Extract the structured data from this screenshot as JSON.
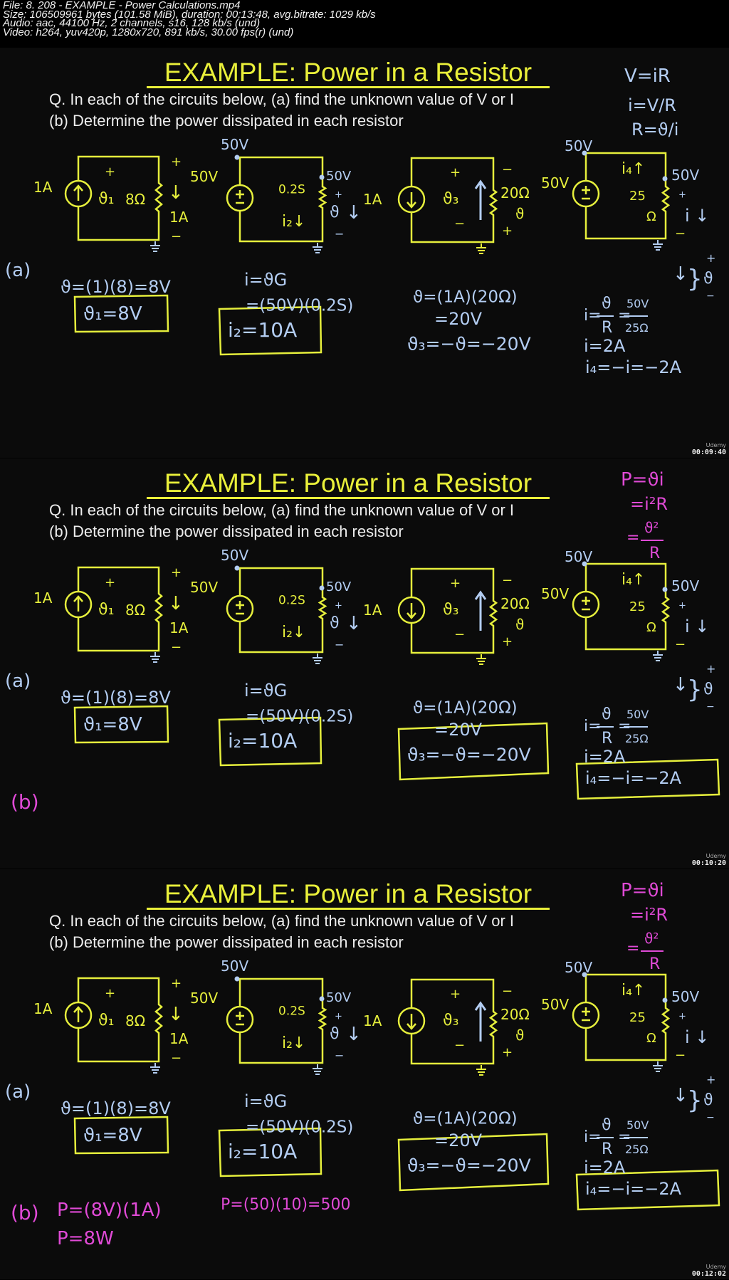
{
  "header": {
    "lines": [
      "File: 8. 208 - EXAMPLE - Power Calculations.mp4",
      "Size: 106509961 bytes (101.58 MiB), duration: 00:13:48, avg.bitrate: 1029 kb/s",
      "Audio: aac, 44100 Hz, 2 channels, s16, 128 kb/s (und)",
      "Video: h264, yuv420p, 1280x720, 891 kb/s, 30.00 fps(r) (und)"
    ]
  },
  "slide": {
    "title": "EXAMPLE: Power in a Resistor",
    "question_line1": "Q. In each of the circuits below, (a) find the unknown value of V or I",
    "question_line2": "(b) Determine the power dissipated in each resistor"
  },
  "circuit_labels": [
    "1A",
    "+",
    "ϑ₁",
    "8Ω",
    "+",
    "↓",
    "1A",
    "−",
    "50V",
    "50V",
    "0.2S",
    "50V",
    "+",
    "ϑ",
    "↓",
    "i₂↓",
    "−",
    "1A",
    "+",
    "ϑ₃",
    "−",
    "−",
    "20Ω",
    "ϑ",
    "+",
    "50V",
    "50V",
    "i₄↑",
    "50V",
    "+",
    "25",
    "Ω",
    "i ↓",
    "−"
  ],
  "work_a": {
    "label": "(a)",
    "eq1": "ϑ=(1)(8)=8V",
    "ans1": "ϑ₁=8V",
    "eq2a": "i=ϑG",
    "eq2b": "=(50V)(0.2S)",
    "ans2": "i₂=10A",
    "eq3a": "ϑ=(1A)(20Ω)",
    "eq3b": "=20V",
    "ans3": "ϑ₃=−ϑ=−20V",
    "eq4_lhs": "i=",
    "eq4_num1": "ϑ",
    "eq4_den1": "R",
    "eq4_eq": "=",
    "eq4_num2": "50V",
    "eq4_den2": "25Ω",
    "eq4b": "i=2A",
    "ans4": "i₄=−i=−2A",
    "side_arrow": "↓",
    "side_brace": "}",
    "side_plus": "+",
    "side_v": "ϑ",
    "side_minus": "−"
  },
  "frames": [
    {
      "timestamp": "00:09:40",
      "logo": "Udemy",
      "notes": [
        "V=iR",
        "i=V/R",
        "R=ϑ/i"
      ],
      "notes_color": "blue",
      "boxed": [
        "ans1",
        "ans2"
      ],
      "part_b": []
    },
    {
      "timestamp": "00:10:20",
      "logo": "Udemy",
      "notes": [
        "P=ϑi",
        "=i²R",
        "=",
        "ϑ²",
        "R"
      ],
      "notes_color": "pink",
      "boxed": [
        "ans1",
        "ans2",
        "ans3",
        "ans4"
      ],
      "part_b": [
        "(b)"
      ]
    },
    {
      "timestamp": "00:12:02",
      "logo": "Udemy",
      "notes": [
        "P=ϑi",
        "=i²R",
        "=",
        "ϑ²",
        "R"
      ],
      "notes_color": "pink",
      "boxed": [
        "ans1",
        "ans2",
        "ans3",
        "ans4"
      ],
      "part_b": [
        "(b)",
        "P=(8V)(1A)",
        "P=8W",
        "P=(50)(10)=500"
      ]
    }
  ],
  "colors": {
    "yellow": "#e6ef3c",
    "blue": "#b3cdf2",
    "pink": "#e04ad6",
    "background": "#0b0b0b"
  }
}
